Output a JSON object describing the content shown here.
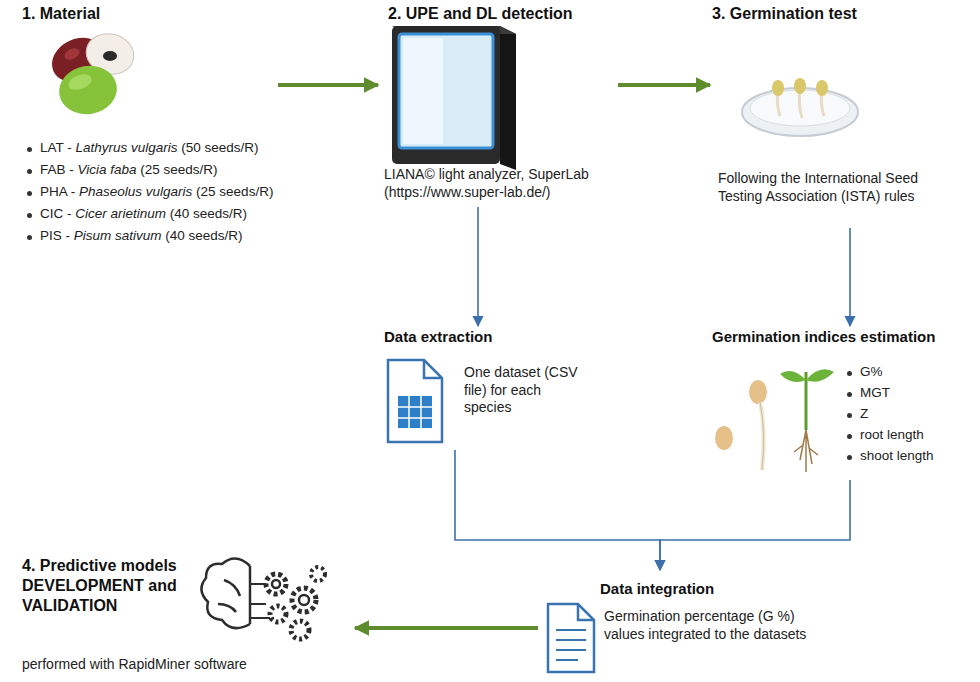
{
  "diagram": {
    "nodes": [
      {
        "text": [
          "1. Material",
          "LAT - Lathyrus vulgaris (50 seeds/R)",
          "FAB - Vicia faba (25 seeds/R)",
          "PHA - Phaseolus vulgaris (25 seeds/R)",
          "CIC - Cicer arietinum (40 seeds/R)",
          "PIS - Pisum sativum (40 seeds/R)"
        ]
      },
      {
        "text": [
          "2. UPE and DL detection",
          "LIANA© light analyzer, SuperLab (https://www.super-lab.de/)"
        ]
      },
      {
        "text": [
          "3. Germination test",
          "Following the International Seed Testing Association (ISTA) rules"
        ]
      },
      {
        "text": [
          "Data extraction",
          "One dataset (CSV file) for each species"
        ]
      },
      {
        "text": [
          "Germination indices estimation",
          "G%",
          "MGT",
          "Z",
          "root length",
          "shoot length"
        ]
      },
      {
        "text": [
          "Data integration",
          "Germination percentage (G %) values integrated to the datasets"
        ]
      },
      {
        "text": [
          "4. Predictive models DEVELOPMENT and VALIDATION",
          "performed with RapidMiner software"
        ]
      }
    ],
    "edges": [
      {
        "from": 0,
        "to": 1,
        "arrow": "to"
      },
      {
        "from": 1,
        "to": 2,
        "arrow": "to"
      },
      {
        "from": 1,
        "to": 3,
        "arrow": "to"
      },
      {
        "from": 2,
        "to": 4,
        "arrow": "to"
      },
      {
        "from": 3,
        "to": 5,
        "arrow": "to"
      },
      {
        "from": 4,
        "to": 5,
        "arrow": "to"
      },
      {
        "from": 5,
        "to": 6,
        "arrow": "to"
      }
    ]
  }
}
